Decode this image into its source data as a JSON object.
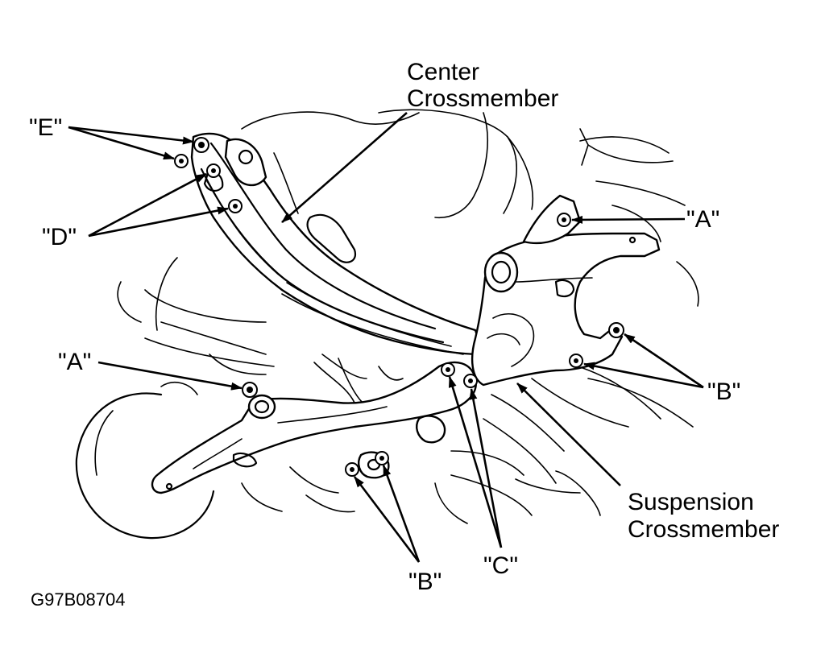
{
  "figure": {
    "labels": {
      "center_crossmember_line1": "Center",
      "center_crossmember_line2": "Crossmember",
      "suspension_crossmember_line1": "Suspension",
      "suspension_crossmember_line2": "Crossmember",
      "E": "\"E\"",
      "D": "\"D\"",
      "A_right": "\"A\"",
      "A_left": "\"A\"",
      "B_right": "\"B\"",
      "B_bottom": "\"B\"",
      "C": "\"C\""
    },
    "figure_code": "G97B08704"
  }
}
